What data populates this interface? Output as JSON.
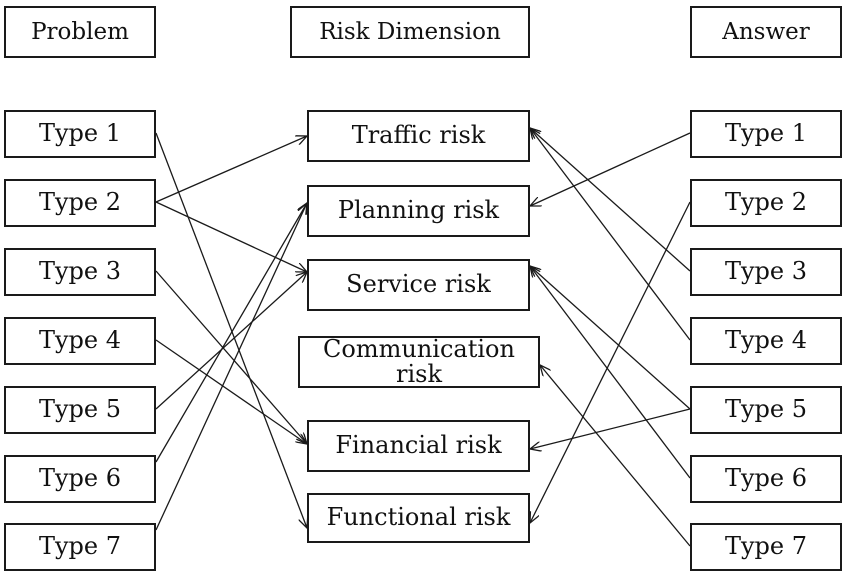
{
  "headers": {
    "problem": "Problem",
    "risk": "Risk Dimension",
    "answer": "Answer"
  },
  "problems": [
    "Type 1",
    "Type 2",
    "Type 3",
    "Type 4",
    "Type 5",
    "Type 6",
    "Type 7"
  ],
  "risks": [
    "Traffic risk",
    "Planning risk",
    "Service risk",
    "Communication\nrisk",
    "Financial risk",
    "Functional risk"
  ],
  "answers": [
    "Type 1",
    "Type 2",
    "Type 3",
    "Type 4",
    "Type 5",
    "Type 6",
    "Type 7"
  ],
  "problem_links": [
    {
      "from": "Type 1",
      "to": "Functional risk"
    },
    {
      "from": "Type 2",
      "to": "Traffic risk"
    },
    {
      "from": "Type 2",
      "to": "Service risk"
    },
    {
      "from": "Type 3",
      "to": "Financial risk"
    },
    {
      "from": "Type 4",
      "to": "Financial risk"
    },
    {
      "from": "Type 5",
      "to": "Service risk"
    },
    {
      "from": "Type 6",
      "to": "Planning risk"
    },
    {
      "from": "Type 7",
      "to": "Planning risk"
    }
  ],
  "answer_links": [
    {
      "from": "Type 1",
      "to": "Planning risk"
    },
    {
      "from": "Type 2",
      "to": "Functional risk"
    },
    {
      "from": "Type 3",
      "to": "Traffic risk"
    },
    {
      "from": "Type 4",
      "to": "Traffic risk"
    },
    {
      "from": "Type 5",
      "to": "Service risk"
    },
    {
      "from": "Type 5",
      "to": "Financial risk"
    },
    {
      "from": "Type 6",
      "to": "Service risk"
    },
    {
      "from": "Type 7",
      "to": "Communication\nrisk"
    }
  ],
  "colors": {
    "line": "#1a1a1a",
    "box_border": "#1a1a1a",
    "background": "#ffffff"
  }
}
